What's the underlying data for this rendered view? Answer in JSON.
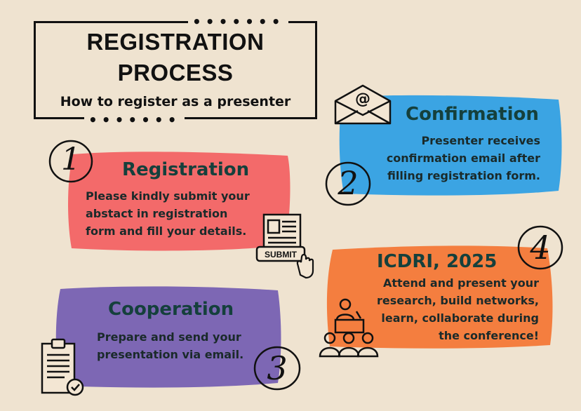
{
  "header": {
    "title": "REGISTRATION PROCESS",
    "subtitle": "How to register as a presenter"
  },
  "steps": [
    {
      "number": "1",
      "title": "Registration",
      "description": "Please kindly submit your abstact in registration form and fill your details.",
      "color": "#f36a6a",
      "icon": "submit-form-icon",
      "icon_text": "SUBMIT"
    },
    {
      "number": "2",
      "title": "Confirmation",
      "description": "Presenter receives confirmation email after filling registration form.",
      "color": "#3ba4e3",
      "icon": "email-envelope-icon"
    },
    {
      "number": "3",
      "title": "Cooperation",
      "description": "Prepare and send your presentation via email.",
      "color": "#7d67b4",
      "icon": "clipboard-check-icon"
    },
    {
      "number": "4",
      "title": "ICDRI, 2025",
      "description": "Attend and present your research, build networks, learn, collaborate during the conference!",
      "color": "#f47e3f",
      "icon": "presenter-audience-icon"
    }
  ]
}
